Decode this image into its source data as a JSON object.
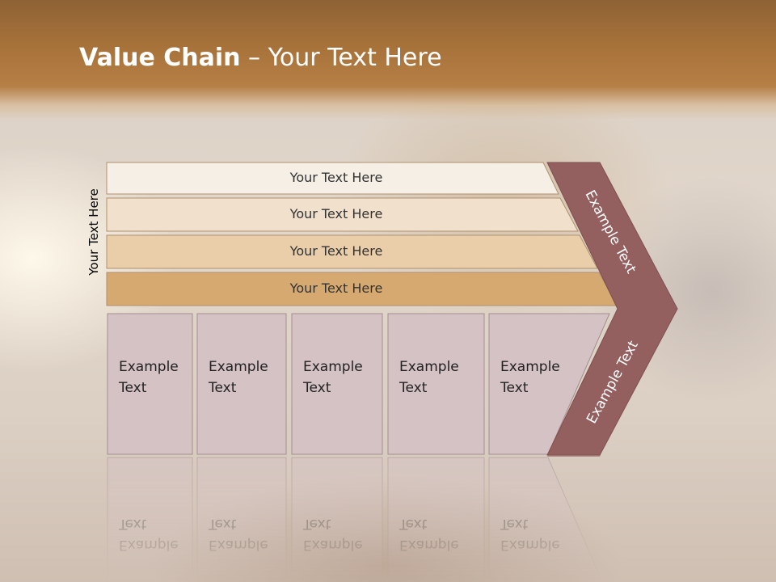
{
  "slide": {
    "title_bold": "Value Chain",
    "title_rest": " – Your Text Here",
    "vertical_label": "Your Text Here"
  },
  "rows": [
    "Your Text Here",
    "Your Text Here",
    "Your Text Here",
    "Your Text Here"
  ],
  "columns": [
    "Example Text",
    "Example Text",
    "Example Text",
    "Example Text",
    "Example Text"
  ],
  "chevron": {
    "upper_label": "Example Text",
    "lower_label": "Example Text"
  },
  "colors": {
    "row_fills": [
      "#f6efe6",
      "#f0e0cc",
      "#e9cea9",
      "#d6a971"
    ],
    "cell_fill": "#d5c2c4",
    "chevron_fill": "#94605f",
    "header_brown": "#a8733a"
  }
}
